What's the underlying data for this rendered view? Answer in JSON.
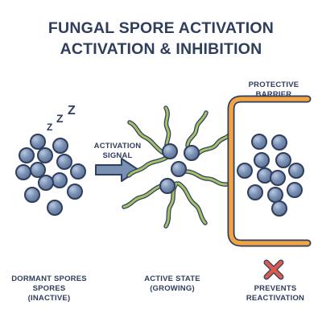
{
  "title_line1": "FUNGAL SPORE ACTIVATION",
  "title_line2": "ACTIVATION & INHIBITION",
  "labels": {
    "protective_barrier_line1": "PROTECTIVE",
    "protective_barrier_line2": "BARRIER",
    "activation_signal_line1": "ACTIVATION",
    "activation_signal_line2": "SIGNAL",
    "dormant_line1": "DORMANT SPORES",
    "dormant_line2": "SPORES",
    "dormant_line3": "(INACTIVE)",
    "active_line1": "ACTIVE STATE",
    "active_line2": "(GROWING)",
    "prevents_line1": "PREVENTS",
    "prevents_line2": "REACTIVATION"
  },
  "sleep_symbol": "Z",
  "colors": {
    "spore_fill": "#7a90b3",
    "spore_stroke": "#2f3e5c",
    "hypha_fill": "#a6c266",
    "barrier": "#f2a444",
    "x_mark": "#d95c4c",
    "text": "#2f3e5c"
  }
}
